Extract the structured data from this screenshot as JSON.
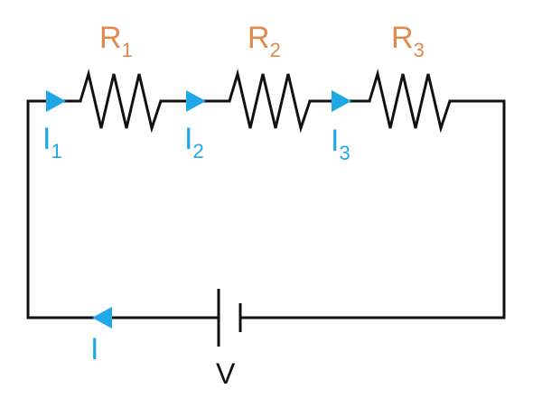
{
  "diagram": {
    "resistors": [
      {
        "letter": "R",
        "subscript": "1"
      },
      {
        "letter": "R",
        "subscript": "2"
      },
      {
        "letter": "R",
        "subscript": "3"
      }
    ],
    "branch_currents": [
      {
        "letter": "I",
        "subscript": "1"
      },
      {
        "letter": "I",
        "subscript": "2"
      },
      {
        "letter": "I",
        "subscript": "3"
      }
    ],
    "total_current": "I",
    "battery_label": "V",
    "colors": {
      "resistor_label": "#e08a4e",
      "current": "#1ea8e8",
      "wire": "#111111"
    }
  }
}
